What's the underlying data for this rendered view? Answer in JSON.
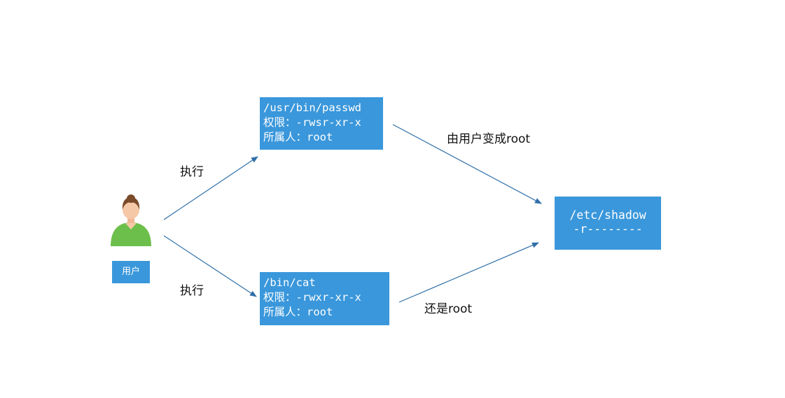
{
  "user": {
    "label": "用户",
    "icon": "person-icon",
    "hair_color": "#7a4a2a",
    "skin_color": "#f5c8a8",
    "shirt_color": "#6cbf4a"
  },
  "boxes": {
    "passwd": {
      "lines": [
        "/usr/bin/passwd",
        "权限：-rwsr-xr-x",
        "所属人：root"
      ]
    },
    "cat": {
      "lines": [
        "/bin/cat",
        "权限：-rwxr-xr-x",
        "所属人：root"
      ]
    },
    "shadow": {
      "lines": [
        "/etc/shadow",
        "-r--------"
      ]
    }
  },
  "edges": {
    "exec_top": "执行",
    "exec_bottom": "执行",
    "become_root": "由用户变成root",
    "still_root": "还是root"
  },
  "colors": {
    "box_fill": "#3a97db",
    "box_text": "#ffffff",
    "arrow": "#2f6fa8"
  }
}
